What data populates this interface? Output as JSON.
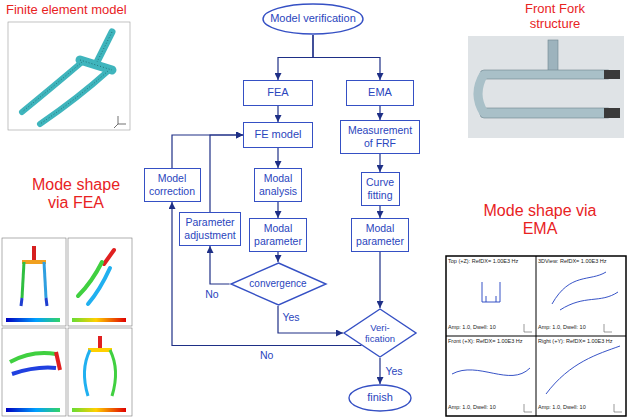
{
  "diagram": {
    "nodes": [
      {
        "text": [
          "Model verification"
        ]
      },
      {
        "text": [
          "FEA"
        ]
      },
      {
        "text": [
          "EMA"
        ]
      },
      {
        "text": [
          "FE model"
        ]
      },
      {
        "text": [
          "Measurement of FRF"
        ]
      },
      {
        "text": [
          "Model correction"
        ]
      },
      {
        "text": [
          "Modal analysis"
        ]
      },
      {
        "text": [
          "Curve fitting"
        ]
      },
      {
        "text": [
          "Parameter adjustment"
        ]
      },
      {
        "text": [
          "Modal parameter"
        ]
      },
      {
        "text": [
          "Modal parameter"
        ]
      },
      {
        "text": [
          "convergence"
        ]
      },
      {
        "text": [
          "Veri- fication"
        ]
      },
      {
        "text": [
          "finish"
        ]
      }
    ],
    "edges": [
      {
        "from": 0,
        "to": 1,
        "arrow": "to"
      },
      {
        "from": 0,
        "to": 2,
        "arrow": "to"
      },
      {
        "from": 1,
        "to": 3,
        "arrow": "to"
      },
      {
        "from": 2,
        "to": 4,
        "arrow": "to"
      },
      {
        "from": 3,
        "to": 6,
        "arrow": "to"
      },
      {
        "from": 4,
        "to": 7,
        "arrow": "to"
      },
      {
        "from": 6,
        "to": 9,
        "arrow": "to"
      },
      {
        "from": 7,
        "to": 10,
        "arrow": "to"
      },
      {
        "from": 9,
        "to": 11,
        "arrow": "to"
      },
      {
        "from": 11,
        "to": 8,
        "label": "No",
        "arrow": "to"
      },
      {
        "from": 8,
        "to": 3,
        "arrow": "to"
      },
      {
        "from": 11,
        "to": 12,
        "label": "Yes",
        "arrow": "to"
      },
      {
        "from": 10,
        "to": 12,
        "arrow": "to"
      },
      {
        "from": 12,
        "to": 5,
        "label": "No",
        "arrow": "to"
      },
      {
        "from": 5,
        "to": 3,
        "arrow": "to"
      },
      {
        "from": 12,
        "to": 13,
        "label": "Yes",
        "arrow": "to"
      }
    ],
    "labels": [
      "Finite element model",
      "Front Fork structure",
      "Mode shape via FEA",
      "Mode shape via EMA",
      "Top (+Z): RefDX= 1.00E3 Hz",
      "3DView: RefDX= 1.00E3 Hz",
      "Front (+X): RefDX= 1.00E3 Hz",
      "Right (+Y): RefDX= 1.00E3 Hz",
      "Amp: 1.0, Dwell: 10",
      "Amp: 1.0, Dwell: 10",
      "Amp: 1.0, Dwell: 10",
      "Amp: 1.0, Dwell: 10"
    ]
  }
}
